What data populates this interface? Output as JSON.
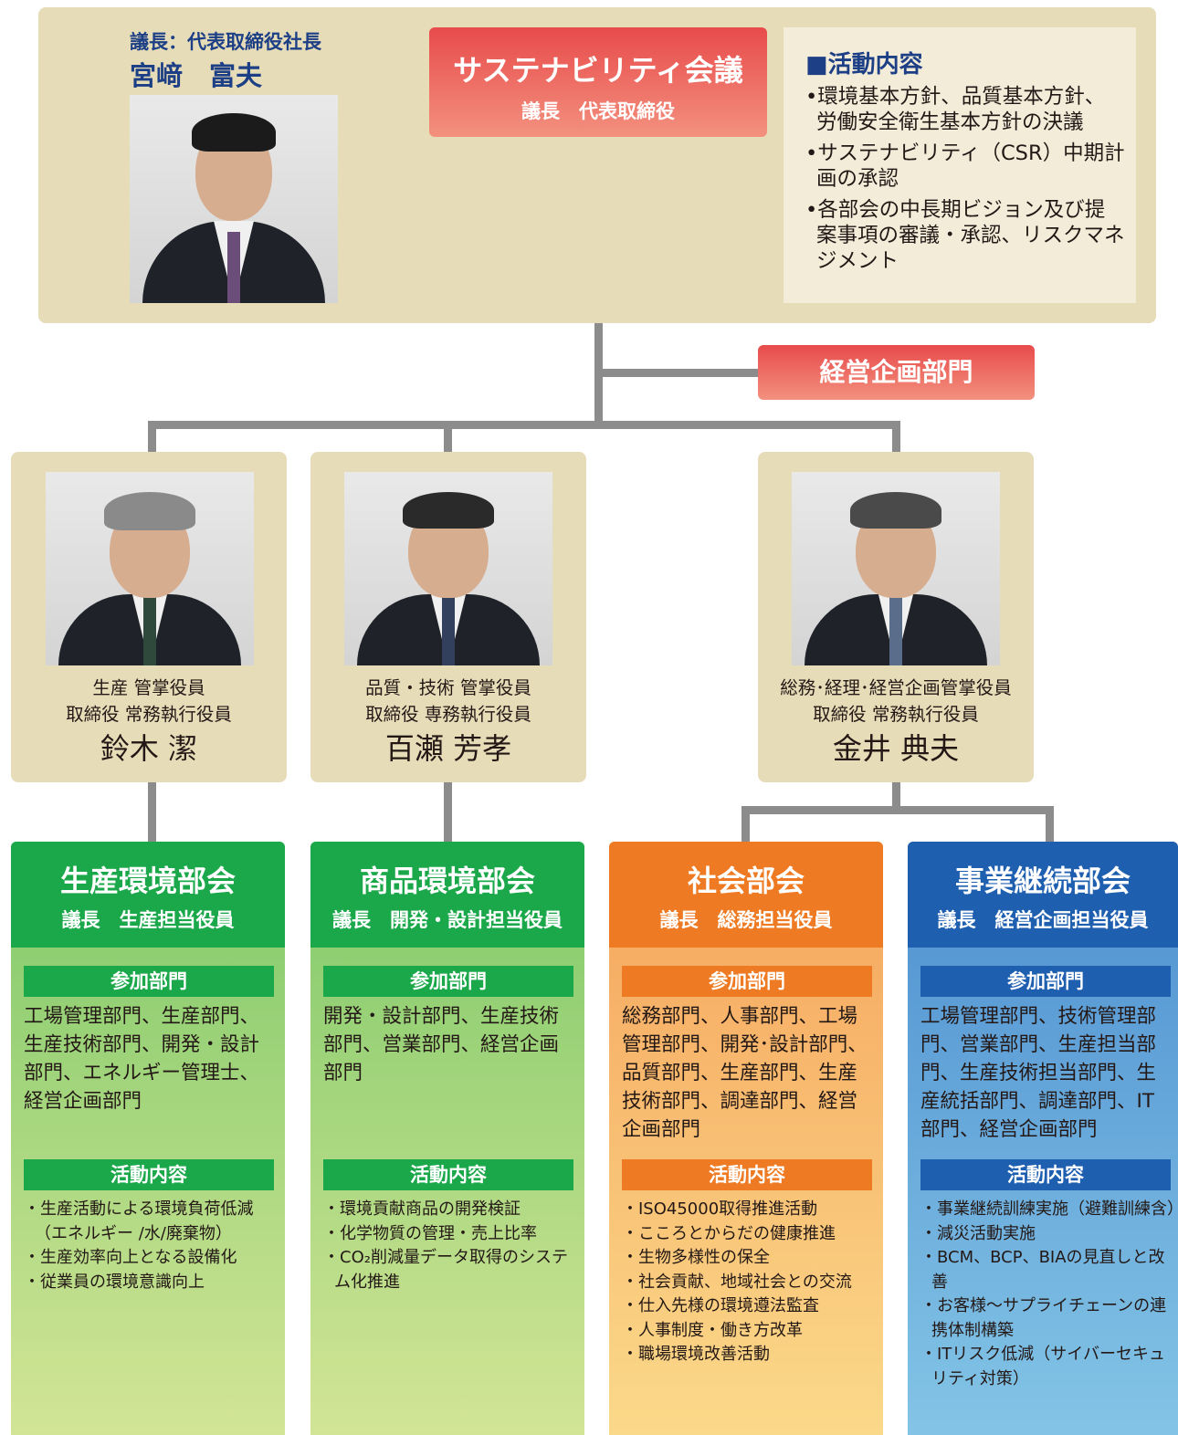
{
  "top": {
    "chair_role": "議長：代表取締役社長",
    "chair_name": "宮﨑　富夫",
    "council_title": "サステナビリティ会議",
    "council_subtitle": "議長　代表取締役",
    "activity_heading": "■活動内容",
    "activities": [
      "•環境基本方針、品質基本方針、労働安全衛生基本方針の決議",
      "•サステナビリティ（CSR）中期計画の承認",
      "•各部会の中長期ビジョン及び提案事項の審議・承認、リスクマネジメント"
    ]
  },
  "planning_dept": "経営企画部門",
  "executives": [
    {
      "role1": "生産 管掌役員",
      "role2": "取締役 常務執行役員",
      "name": "鈴木 潔"
    },
    {
      "role1": "品質・技術 管掌役員",
      "role2": "取締役 専務執行役員",
      "name": "百瀬 芳孝"
    },
    {
      "role1": "総務･経理･経営企画管掌役員",
      "role2": "取締役 常務執行役員",
      "name": "金井 典夫"
    }
  ],
  "subcommittees": [
    {
      "title": "生産環境部会",
      "chair": "議長　生産担当役員",
      "dept_label": "参加部門",
      "depts": "工場管理部門、生産部門、生産技術部門、開発・設計部門、エネルギー管理士、経営企画部門",
      "activity_label": "活動内容",
      "activities": [
        "・生産活動による環境負荷低減（エネルギー /水/廃棄物）",
        "・生産効率向上となる設備化",
        "・従業員の環境意識向上"
      ]
    },
    {
      "title": "商品環境部会",
      "chair": "議長　開発・設計担当役員",
      "dept_label": "参加部門",
      "depts": "開発・設計部門、生産技術部門、営業部門、経営企画部門",
      "activity_label": "活動内容",
      "activities": [
        "・環境貢献商品の開発検証",
        "・化学物質の管理・売上比率",
        "・CO₂削減量データ取得のシステム化推進"
      ]
    },
    {
      "title": "社会部会",
      "chair": "議長　総務担当役員",
      "dept_label": "参加部門",
      "depts": "総務部門、人事部門、工場管理部門、開発･設計部門、品質部門、生産部門、生産技術部門、調達部門、経営企画部門",
      "activity_label": "活動内容",
      "activities": [
        "・ISO45000取得推進活動",
        "・こころとからだの健康推進",
        "・生物多様性の保全",
        "・社会貢献、地域社会との交流",
        "・仕入先様の環境遵法監査",
        "・人事制度・働き方改革",
        "・職場環境改善活動"
      ]
    },
    {
      "title": "事業継続部会",
      "chair": "議長　経営企画担当役員",
      "dept_label": "参加部門",
      "depts": "工場管理部門、技術管理部門、営業部門、生産担当部門、生産技術担当部門、生産統括部門、調達部門、IT部門、経営企画部門",
      "activity_label": "活動内容",
      "activities": [
        "・事業継続訓練実施（避難訓練含）",
        "・減災活動実施",
        "・BCM、BCP、BIAの見直しと改善",
        "・お客様～サプライチェーンの連携体制構築",
        "・ITリスク低減（サイバーセキュリティ対策）"
      ]
    }
  ]
}
